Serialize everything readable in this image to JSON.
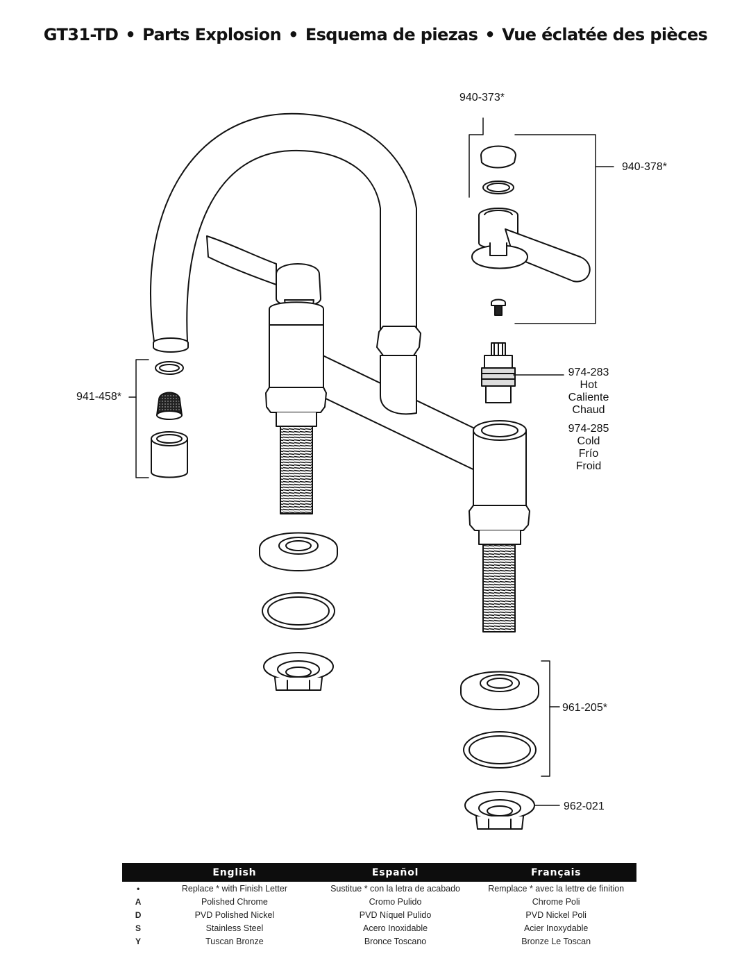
{
  "title": {
    "model": "GT31-TD",
    "separator": "•",
    "english": "Parts Explosion",
    "spanish": "Esquema de piezas",
    "french": "Vue éclatée des pièces"
  },
  "callouts": {
    "p940_373": "940-373*",
    "p940_378": "940-378*",
    "p941_458": "941-458*",
    "p974_283": "974-283",
    "hot_en": "Hot",
    "hot_es": "Caliente",
    "hot_fr": "Chaud",
    "p974_285": "974-285",
    "cold_en": "Cold",
    "cold_es": "Frío",
    "cold_fr": "Froid",
    "p961_205": "961-205*",
    "p962_021": "962-021"
  },
  "finish_table": {
    "headers": [
      "English",
      "Español",
      "Français"
    ],
    "rows": [
      {
        "code": "•",
        "en": "Replace * with Finish Letter",
        "es": "Sustitue * con la letra de acabado",
        "fr": "Remplace * avec la lettre de finition"
      },
      {
        "code": "A",
        "en": "Polished Chrome",
        "es": "Cromo Pulido",
        "fr": "Chrome Poli"
      },
      {
        "code": "D",
        "en": "PVD Polished Nickel",
        "es": "PVD Níquel Pulido",
        "fr": "PVD Nickel Poli"
      },
      {
        "code": "S",
        "en": "Stainless Steel",
        "es": "Acero Inoxidable",
        "fr": "Acier Inoxydable"
      },
      {
        "code": "Y",
        "en": "Tuscan Bronze",
        "es": "Bronce Toscano",
        "fr": "Bronze Le Toscan"
      }
    ]
  },
  "colors": {
    "ink": "#111111",
    "header_bg": "#0d0d0d",
    "header_text": "#ffffff"
  }
}
